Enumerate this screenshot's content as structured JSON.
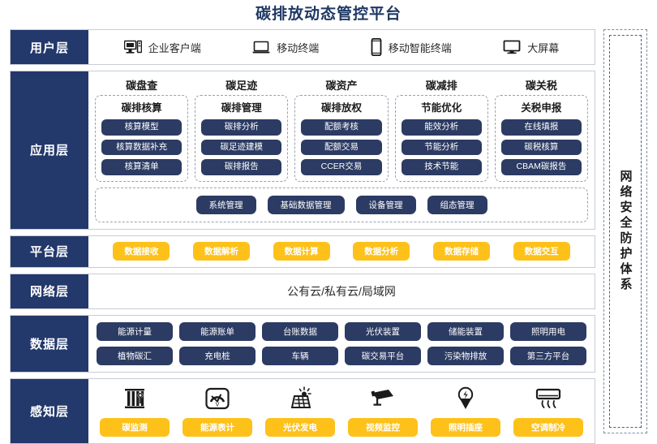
{
  "title": "碳排放动态管控平台",
  "colors": {
    "navy": "#23386B",
    "pill_navy": "#2C3B63",
    "yellow": "#FDC11A",
    "title_blue": "#1F3864",
    "border": "#c9ccd6"
  },
  "security": {
    "label": "网络安全防护体系"
  },
  "layers": {
    "user": {
      "label": "用户层",
      "items": [
        {
          "icon": "desktop-tower-icon",
          "label": "企业客户端"
        },
        {
          "icon": "laptop-icon",
          "label": "移动终端"
        },
        {
          "icon": "smartphone-icon",
          "label": "移动智能终端"
        },
        {
          "icon": "monitor-icon",
          "label": "大屏幕"
        }
      ]
    },
    "application": {
      "label": "应用层",
      "groups": [
        {
          "title": "碳盘查",
          "subtitle": "碳排核算",
          "items": [
            "核算模型",
            "核算数据补充",
            "核算清单"
          ]
        },
        {
          "title": "碳足迹",
          "subtitle": "碳排管理",
          "items": [
            "碳排分析",
            "碳足迹建模",
            "碳排报告"
          ]
        },
        {
          "title": "碳资产",
          "subtitle": "碳排放权",
          "items": [
            "配额考核",
            "配额交易",
            "CCER交易"
          ]
        },
        {
          "title": "碳减排",
          "subtitle": "节能优化",
          "items": [
            "能效分析",
            "节能分析",
            "技术节能"
          ]
        },
        {
          "title": "碳关税",
          "subtitle": "关税申报",
          "items": [
            "在线填报",
            "碳税核算",
            "CBAM碳报告"
          ]
        }
      ],
      "bottom_items": [
        "系统管理",
        "基础数据管理",
        "设备管理",
        "组态管理"
      ]
    },
    "platform": {
      "label": "平台层",
      "items": [
        "数据接收",
        "数据解析",
        "数据计算",
        "数据分析",
        "数据存储",
        "数据交互"
      ]
    },
    "network": {
      "label": "网络层",
      "text": "公有云/私有云/局域网"
    },
    "data": {
      "label": "数据层",
      "row1": [
        "能源计量",
        "能源账单",
        "台账数据",
        "光伏装置",
        "储能装置",
        "照明用电"
      ],
      "row2": [
        "植物碳汇",
        "充电桩",
        "车辆",
        "碳交易平台",
        "污染物排放",
        "第三方平台"
      ]
    },
    "sense": {
      "label": "感知层",
      "items": [
        {
          "icon": "carbon-sensor-icon",
          "label": "碳监测"
        },
        {
          "icon": "energy-meter-icon",
          "label": "能源表计"
        },
        {
          "icon": "solar-panel-icon",
          "label": "光伏发电"
        },
        {
          "icon": "cctv-camera-icon",
          "label": "视频监控"
        },
        {
          "icon": "light-bulb-icon",
          "label": "照明插座"
        },
        {
          "icon": "air-conditioner-icon",
          "label": "空调制冷"
        }
      ]
    }
  }
}
